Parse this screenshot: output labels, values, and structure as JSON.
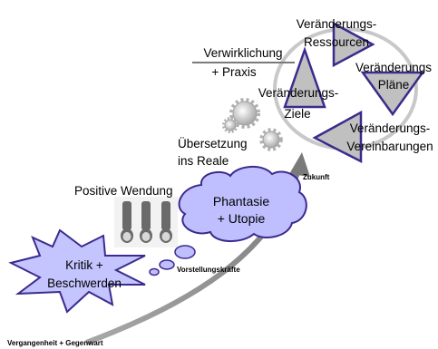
{
  "title": "",
  "labels": {
    "veraenderungs_ressourcen_1": "Veränderungs-",
    "veraenderungs_ressourcen_2": "Ressourcen",
    "veraenderungs_plaene_1": "Veränderungs",
    "veraenderungs_plaene_2": "Pläne",
    "veraenderungs_vereinbarungen_1": "Veränderungs-",
    "veraenderungs_vereinbarungen_2": "Vereinbarungen",
    "veraenderungs_ziele_1": "Veränderungs-",
    "veraenderungs_ziele_2": "Ziele",
    "verwirklichung_1": "Verwirklichung",
    "verwirklichung_2": "+ Praxis",
    "uebersetzung_1": "Übersetzung",
    "uebersetzung_2": "ins Reale",
    "zukunft": "Zukunft",
    "positive_wendung": "Positive Wendung",
    "phantasie_1": "Phantasie",
    "phantasie_2": "+ Utopie",
    "vorstellungskraefte": "Vorstellungskräfte",
    "kritik_1": "Kritik +",
    "kritik_2": "Beschwerden",
    "vergangenheit": "Vergangenheit + Gegenwart"
  },
  "colors": {
    "triangle_fill": "#c0c0c0",
    "triangle_stroke": "#3b2b8c",
    "cloud_fill": "#bfbfff",
    "cloud_stroke": "#3b2b8c",
    "star_fill": "#c4c4ff",
    "arrow": "#8c8c8c",
    "cycle": "#c8c8c8",
    "gear": "#b0b0b0"
  },
  "icons": [
    "gears-icon",
    "people-figures-icon"
  ]
}
